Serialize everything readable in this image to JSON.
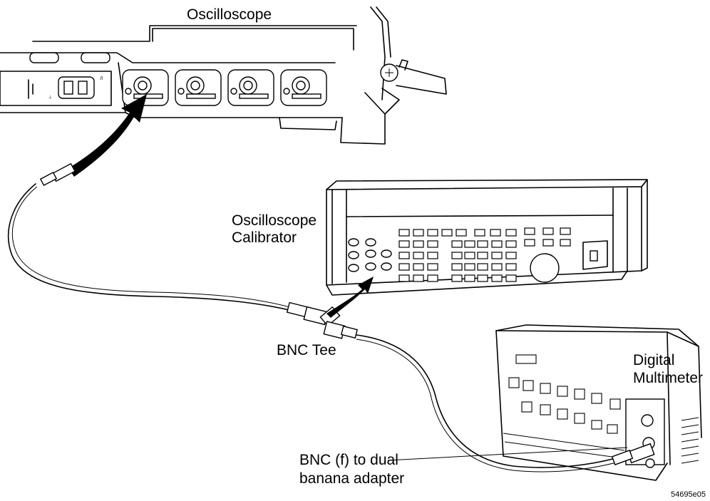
{
  "labels": {
    "oscilloscope": "Oscilloscope",
    "calibrator_line1": "Oscilloscope",
    "calibrator_line2": "Calibrator",
    "bnc_tee": "BNC Tee",
    "dmm_line1": "Digital",
    "dmm_line2": "Multimeter",
    "adapter_line1": "BNC (f) to dual",
    "adapter_line2": "banana adapter",
    "figure_id": "54695e05"
  }
}
